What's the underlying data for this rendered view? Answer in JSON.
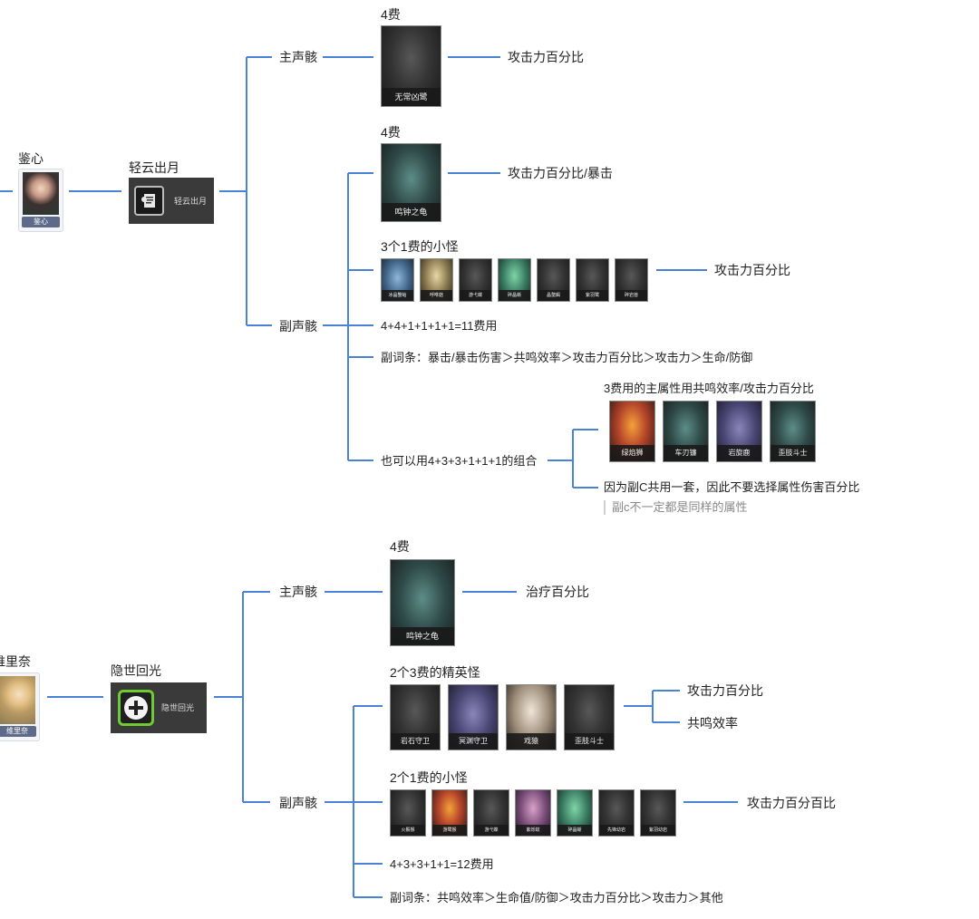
{
  "colors": {
    "connector": "#4a82d6",
    "card_bg": "#2b2b2b",
    "avatar_label_bg": "#5e6a8a"
  },
  "build1": {
    "character": {
      "name": "鉴心",
      "card_label": "鉴心"
    },
    "weapon": {
      "name": "轻云出月",
      "card_label": "轻云出月",
      "icon": "document-icon"
    },
    "main": {
      "label": "主声骸",
      "cost": "4费",
      "echo": "无常凶鹭",
      "stat": "攻击力百分比"
    },
    "sub": {
      "label": "副声骸",
      "four_cost": {
        "cost": "4费",
        "echo": "鸣钟之龟",
        "stat": "攻击力百分比/暴击"
      },
      "small": {
        "title": "3个1费的小怪",
        "echoes": [
          "冰晶蟹蛤",
          "呼咻菇",
          "游弋蝶",
          "碎晶蜥",
          "晶螯蝎",
          "紫羽鹭",
          "碎岩兽"
        ],
        "stat": "攻击力百分比"
      },
      "total": "4+4+1+1+1+1=11费用",
      "substats": "副词条：暴击/暴击伤害＞共鸣效率＞攻击力百分比＞攻击力＞生命/防御",
      "alt": {
        "label": "也可以用4+3+3+1+1+1的组合",
        "title": "3费用的主属性用共鸣效率/攻击力百分比",
        "echoes": [
          "绿焰狮",
          "车刃镰",
          "岩旋鹿",
          "歪肢斗士"
        ],
        "note": "因为副C共用一套，因此不要选择属性伤害百分比",
        "subnote": "副c不一定都是同样的属性"
      }
    }
  },
  "build2": {
    "character": {
      "name": "维里奈",
      "card_label": "维里奈"
    },
    "weapon": {
      "name": "隐世回光",
      "card_label": "隐世回光",
      "icon": "plus-icon"
    },
    "main": {
      "label": "主声骸",
      "cost": "4费",
      "echo": "鸣钟之龟",
      "stat": "治疗百分比"
    },
    "sub": {
      "label": "副声骸",
      "elite": {
        "title": "2个3费的精英怪",
        "echoes": [
          "岩石守卫",
          "冥渊守卫",
          "戏猿",
          "歪肢斗士"
        ],
        "stats": [
          "攻击力百分比",
          "共鸣效率"
        ]
      },
      "small": {
        "title": "2个1费的小怪",
        "echoes": [
          "火鬃猴",
          "游鹭猴",
          "游弋蝶",
          "紫烁蚊",
          "碎晶蜥",
          "先锋幼岩",
          "紫羽幼岩"
        ],
        "stat": "攻击力百分百比"
      },
      "total": "4+3+3+1+1=12费用",
      "substats": "副词条：共鸣效率＞生命值/防御＞攻击力百分比＞攻击力＞其他"
    }
  }
}
